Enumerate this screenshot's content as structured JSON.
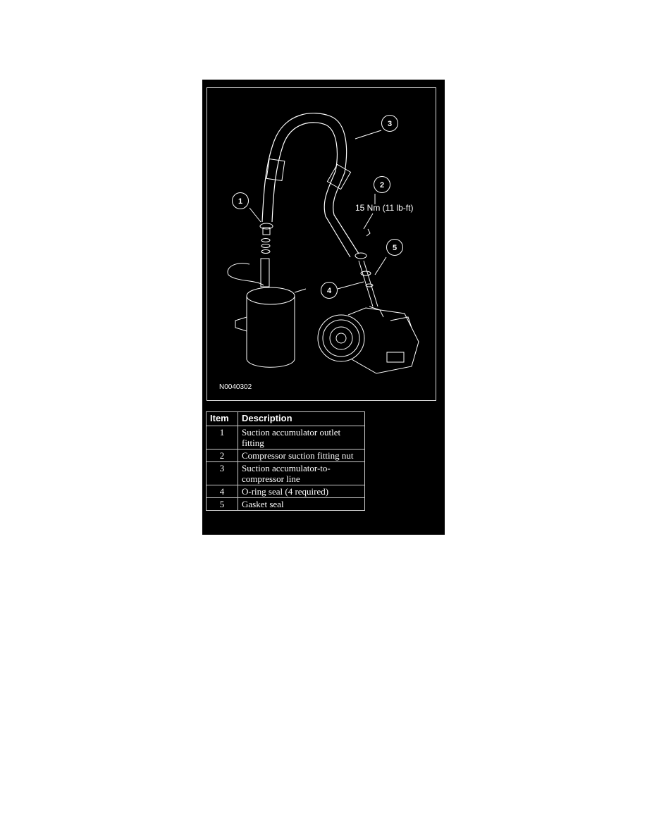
{
  "figure": {
    "id": "N0040302",
    "torque": "15 Nm (11 lb-ft)",
    "callouts": [
      "1",
      "2",
      "3",
      "4",
      "5"
    ]
  },
  "table": {
    "headers": [
      "Item",
      "Description"
    ],
    "rows": [
      {
        "item": "1",
        "description": "Suction accumulator outlet fitting"
      },
      {
        "item": "2",
        "description": "Compressor suction fitting nut"
      },
      {
        "item": "3",
        "description": "Suction accumulator-to-compressor line"
      },
      {
        "item": "4",
        "description": "O-ring seal (4 required)"
      },
      {
        "item": "5",
        "description": "Gasket seal"
      }
    ]
  }
}
